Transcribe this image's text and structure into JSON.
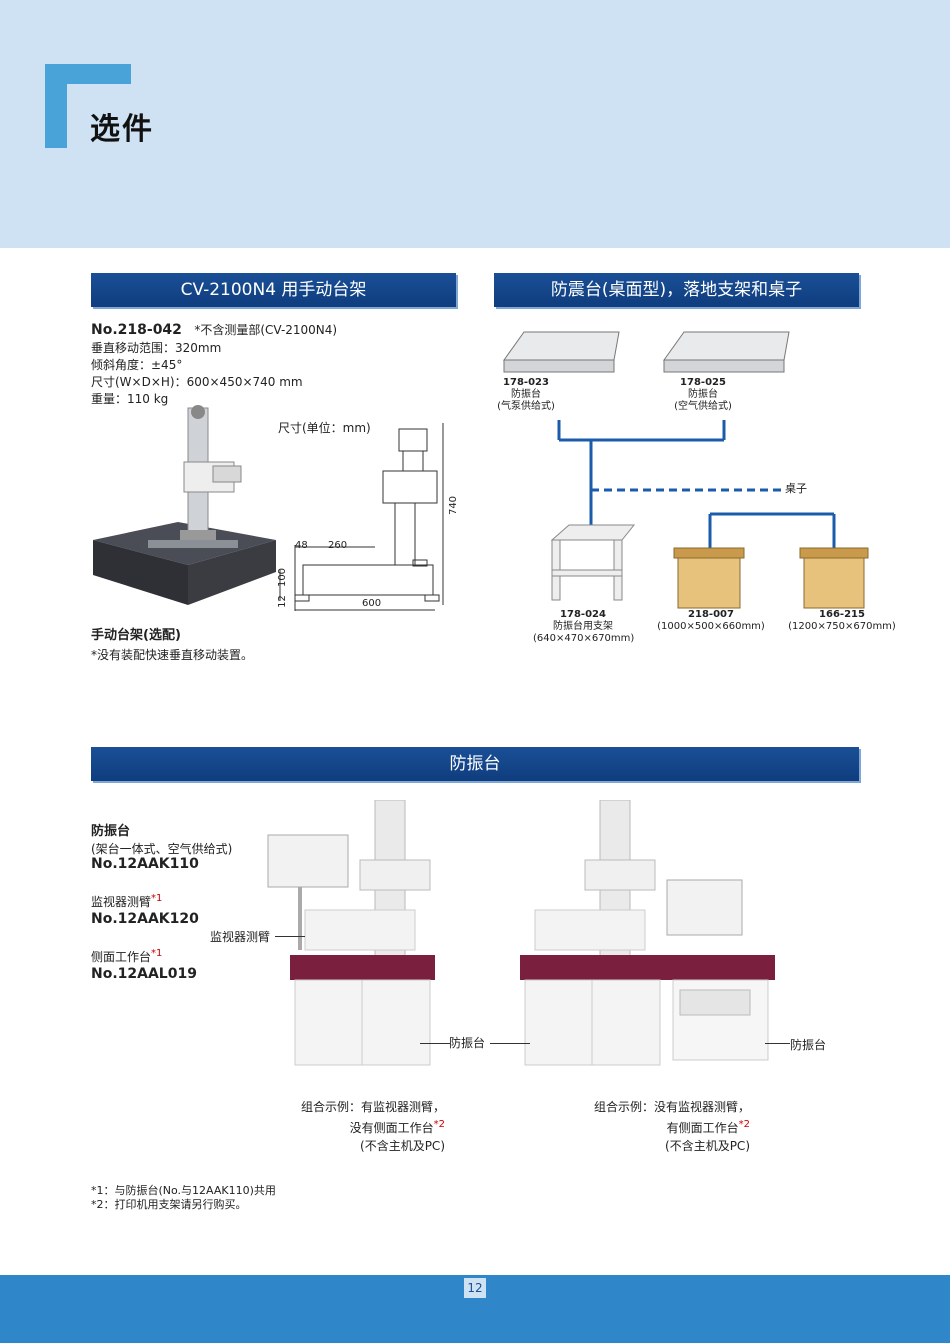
{
  "page": {
    "title": "选件",
    "page_number": "12"
  },
  "sections": {
    "stand": "CV-2100N4 用手动台架",
    "tables": "防震台(桌面型)，落地支架和桌子",
    "vibration": "防振台"
  },
  "stand": {
    "model": "No.218-042",
    "note": "*不含测量部(CV-2100N4)",
    "specs": [
      "垂直移动范围：320mm",
      "倾斜角度：±45°",
      "尺寸(W×D×H)：600×450×740 mm",
      "重量：110 kg"
    ],
    "dim_title": "尺寸(单位：mm)",
    "dims": {
      "d48": "48",
      "d260": "260",
      "d600": "600",
      "d740": "740",
      "d100": "100",
      "d12": "12"
    },
    "caption": "手动台架(选配)",
    "caption_note": "*没有装配快速垂直移动装置。"
  },
  "tables": {
    "items": [
      {
        "no": "178-023",
        "name": "防振台",
        "sub": "(气泵供给式)"
      },
      {
        "no": "178-025",
        "name": "防振台",
        "sub": "(空气供给式)"
      },
      {
        "no": "178-024",
        "name": "防振台用支架",
        "sub": "(640×470×670mm)"
      },
      {
        "no": "218-007",
        "name": "",
        "sub": "(1000×500×660mm)"
      },
      {
        "no": "166-215",
        "name": "",
        "sub": "(1200×750×670mm)"
      }
    ],
    "desk_label": "桌子"
  },
  "vibration": {
    "title": "防振台",
    "sub": "(架台一体式、空气供给式)",
    "no1": "No.12AAK110",
    "arm_label": "监视器测臂",
    "sup1": "*1",
    "no2": "No.12AAK120",
    "side_label": "侧面工作台",
    "sup2": "*1",
    "no3": "No.12AAL019",
    "callout_arm": "监视器测臂",
    "callout_table1": "防振台",
    "callout_table2": "防振台",
    "example1": [
      "组合示例：有监视器测臂，",
      "没有侧面工作台",
      "(不含主机及PC)"
    ],
    "example2": [
      "组合示例：没有监视器测臂，",
      "有侧面工作台",
      "(不含主机及PC)"
    ],
    "ex_sup": "*2"
  },
  "footnotes": [
    "*1：与防振台(No.与12AAK110)共用",
    "*2：打印机用支架请另行购买。"
  ]
}
